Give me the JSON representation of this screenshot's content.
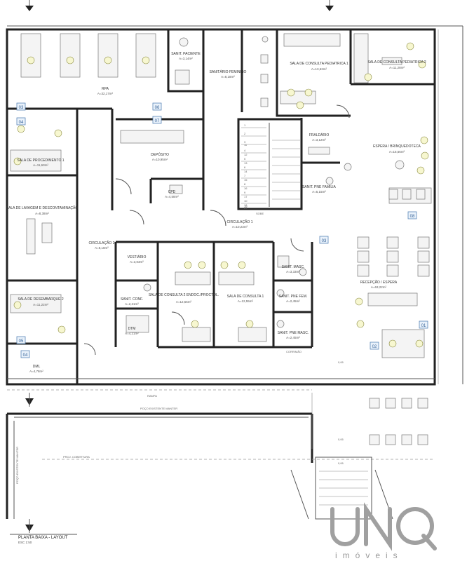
{
  "rooms": [
    {
      "id": "rpa",
      "name": "RPA",
      "area": "A=32,17m²"
    },
    {
      "id": "sanit-paciente",
      "name": "SANIT. PACIENTE",
      "area": "A=3,14m²"
    },
    {
      "id": "sanitario-feminino",
      "name": "SANITÁRIO FEMININO",
      "area": "A=8,18m²"
    },
    {
      "id": "consulta-ped-1",
      "name": "SALA DE CONSULTA PEDIATRICA 1",
      "area": "A=13,62m²"
    },
    {
      "id": "consulta-ped-2",
      "name": "SALA DE CONSULTA PEDIATRICA 2",
      "area": "A=11,28m²"
    },
    {
      "id": "espera-brinquedoteca",
      "name": "ESPERA / BRINQUEDOTECA",
      "area": "A=16,66m²"
    },
    {
      "id": "fraldario",
      "name": "FRALDÁRIO",
      "area": "A=3,12m²"
    },
    {
      "id": "sanit-pne-familia",
      "name": "SANIT. PNE FAMILIA",
      "area": "A=5,15m²"
    },
    {
      "id": "deposito",
      "name": "DEPÓSITO",
      "area": "A=10,95m²"
    },
    {
      "id": "cpd",
      "name": "CPD",
      "area": "A=4,58m²"
    },
    {
      "id": "sala-procedimento-1",
      "name": "SALA DE PROCEDIMENTO 1",
      "area": "A=11,63m²"
    },
    {
      "id": "sala-lavagem",
      "name": "SALA DE LAVAGEM E DESCONTAMINAÇÃO",
      "area": "A=8,38m²"
    },
    {
      "id": "circulacao-1",
      "name": "CIRCULAÇÃO 1",
      "area": "A=10,23m²"
    },
    {
      "id": "circulacao-2",
      "name": "CIRCULAÇÃO 2",
      "area": "A=8,18m²"
    },
    {
      "id": "vestiario",
      "name": "VESTIÁRIO",
      "area": "A=3,03m²"
    },
    {
      "id": "sanit-conf",
      "name": "SANIT. CONF.",
      "area": "A=2,21m²"
    },
    {
      "id": "dtm",
      "name": "DTM",
      "area": "A=4,21m²"
    },
    {
      "id": "consulta-2",
      "name": "SALA DE CONSULTA 2 ENDOC./PROCTOL.",
      "area": "A=12,55m²"
    },
    {
      "id": "consulta-1",
      "name": "SALA DE CONSULTA 1",
      "area": "A=12,55m²"
    },
    {
      "id": "sanit-masc",
      "name": "SANIT. MASC.",
      "area": "A=3,33m²"
    },
    {
      "id": "sanit-pne-fem",
      "name": "SANIT. PNE FEM.",
      "area": "A=2,45m²"
    },
    {
      "id": "sanit-pne-masc",
      "name": "SANIT. PNE MASC.",
      "area": "A=2,45m²"
    },
    {
      "id": "recepcao-espera",
      "name": "RECEPÇÃO / ESPERA",
      "area": "A=63,22m²"
    },
    {
      "id": "sala-desembarque-2",
      "name": "SALA DE DESEMBARQUE 2",
      "area": "A=11,22m²"
    },
    {
      "id": "dml",
      "name": "DML",
      "area": "A=4,78m²"
    }
  ],
  "tags": [
    "03",
    "04",
    "05",
    "06",
    "07",
    "08",
    "01",
    "02",
    "03",
    "04"
  ],
  "annotations": {
    "poco": "POÇO EXISTENTE MANTER",
    "poco_vertical": "POÇO EXISTENTE MANTER",
    "rampa": "RAMPA",
    "subir": "SOBE",
    "proj_cobertura": "PROJ. COBERTURA",
    "corrimao": "CORRIMÃO",
    "level_1": "0,06",
    "level_2": "0,06",
    "level_3": "0,06"
  },
  "stairs_numbers": [
    "1",
    "2",
    "3",
    "4",
    "5",
    "6",
    "7",
    "8",
    "9",
    "10",
    "11",
    "12",
    "13",
    "14",
    "15",
    "16",
    "17",
    "18",
    "19",
    "20"
  ],
  "footer": {
    "title": "PLANTA BAIXA - LAYOUT",
    "scale": "ESC 1:50"
  },
  "logo": {
    "mark": "UNQ",
    "subtitle": "imóveis"
  }
}
